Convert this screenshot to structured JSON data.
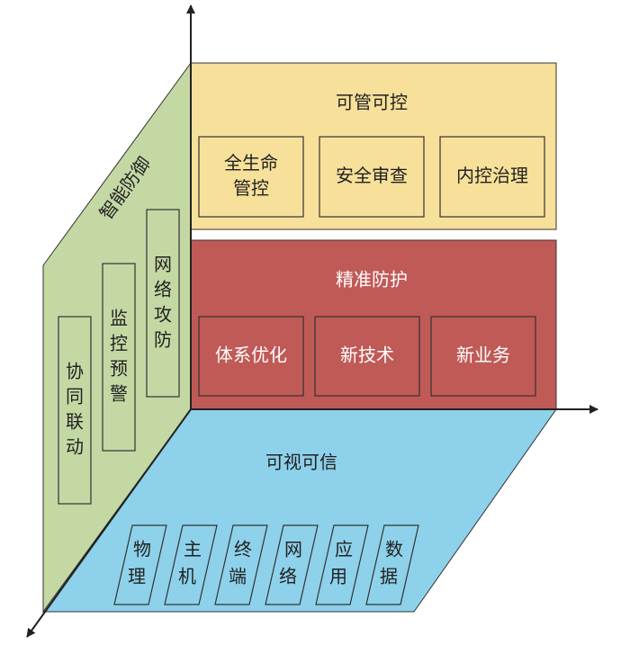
{
  "colors": {
    "yellow": "#f7e09a",
    "red": "#c05a57",
    "blue": "#8ed1ea",
    "green": "#c4d8a4",
    "stroke": "#333333",
    "axis": "#222222"
  },
  "top": {
    "title": "可管可控",
    "boxes": [
      {
        "lines": [
          "全生命",
          "管控"
        ]
      },
      {
        "lines": [
          "安全审查"
        ]
      },
      {
        "lines": [
          "内控治理"
        ]
      }
    ]
  },
  "middle": {
    "title": "精准防护",
    "boxes": [
      {
        "lines": [
          "体系优化"
        ]
      },
      {
        "lines": [
          "新技术"
        ]
      },
      {
        "lines": [
          "新业务"
        ]
      }
    ]
  },
  "bottom": {
    "title": "可视可信",
    "items": [
      {
        "chars": [
          "物",
          "理"
        ]
      },
      {
        "chars": [
          "主",
          "机"
        ]
      },
      {
        "chars": [
          "终",
          "端"
        ]
      },
      {
        "chars": [
          "网",
          "络"
        ]
      },
      {
        "chars": [
          "应",
          "用"
        ]
      },
      {
        "chars": [
          "数",
          "据"
        ]
      }
    ]
  },
  "left": {
    "title": "智能防御",
    "boxes": [
      {
        "chars": [
          "协",
          "同",
          "联",
          "动"
        ]
      },
      {
        "chars": [
          "监",
          "控",
          "预",
          "警"
        ]
      },
      {
        "chars": [
          "网",
          "络",
          "攻",
          "防"
        ]
      }
    ]
  }
}
